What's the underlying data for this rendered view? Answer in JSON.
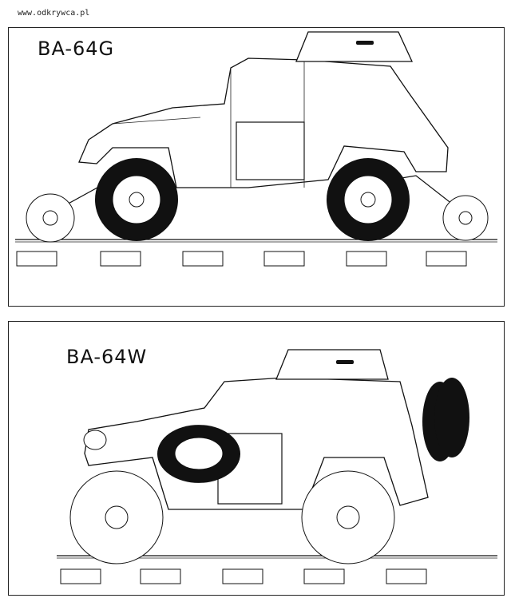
{
  "watermark": "www.odkrywca.pl",
  "vehicles": [
    {
      "label": "BA-64G"
    },
    {
      "label": "BA-64W"
    }
  ]
}
